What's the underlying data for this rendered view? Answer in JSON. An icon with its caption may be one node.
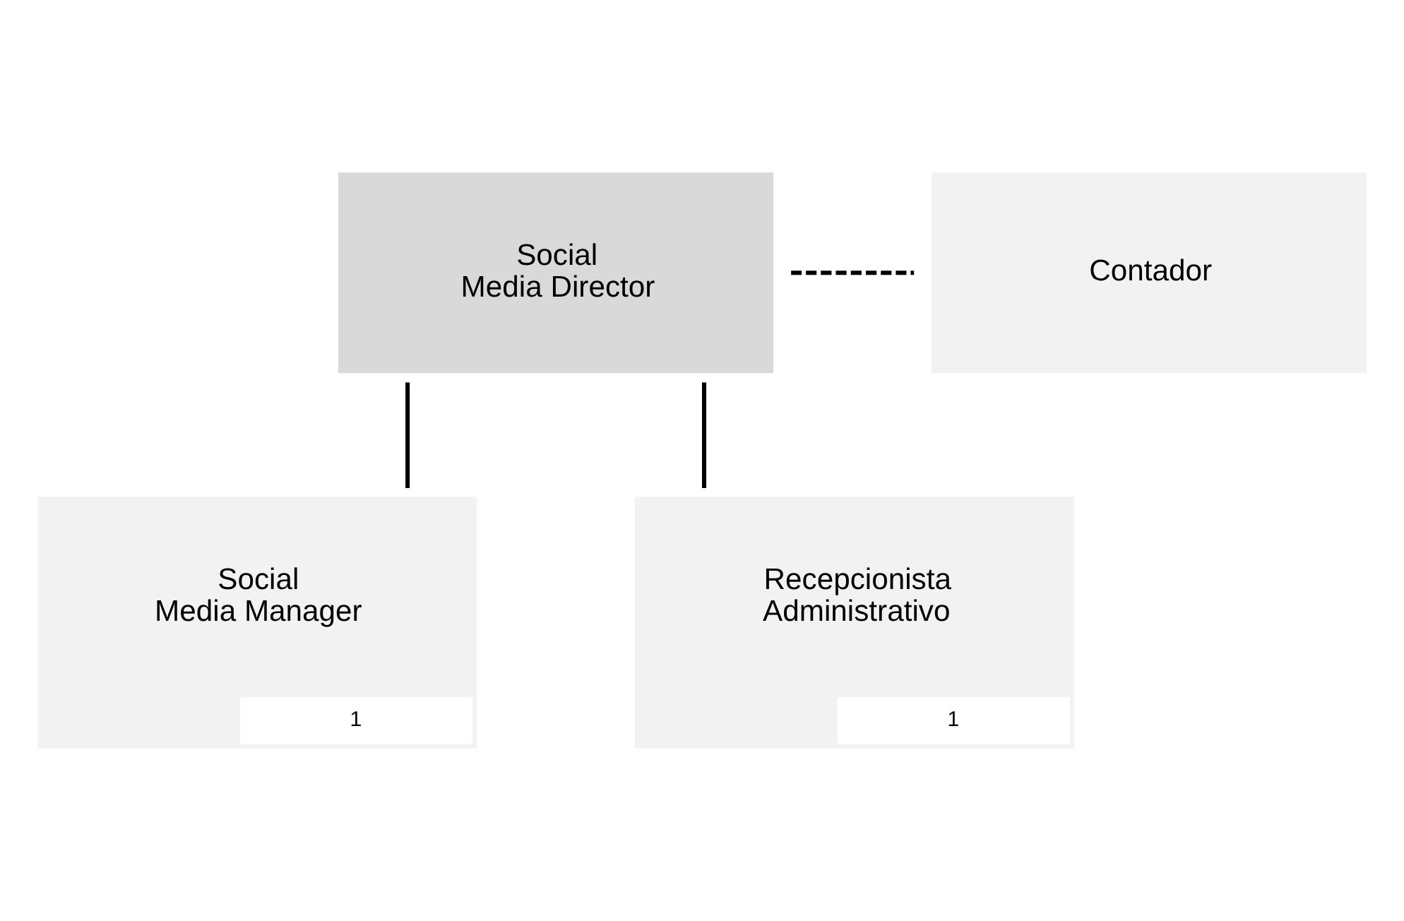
{
  "diagram": {
    "nodes": [
      {
        "text": [
          "Social Media Director"
        ]
      },
      {
        "text": [
          "Contador"
        ]
      },
      {
        "text": [
          "Social Media Manager",
          "1"
        ]
      },
      {
        "text": [
          "Recepcionista Administrativo",
          "1"
        ]
      }
    ],
    "edges": [
      {
        "from": 0,
        "to": 1,
        "arrow": "none",
        "style": "dashed"
      },
      {
        "from": 0,
        "to": 2,
        "arrow": "none"
      },
      {
        "from": 0,
        "to": 3,
        "arrow": "none"
      }
    ]
  }
}
